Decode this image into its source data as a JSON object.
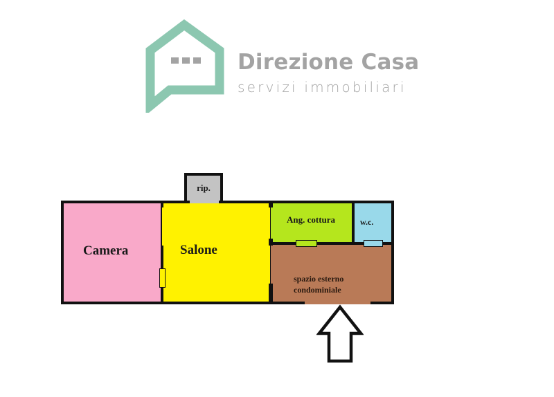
{
  "logo": {
    "title": "Direzione Casa",
    "subtitle": "servizi immobiliari",
    "icon": "house-speech-bubble-icon",
    "accent_color": "#8cc7b0",
    "text_color": "#a3a3a3"
  },
  "floorplan": {
    "rooms": [
      {
        "id": "camera",
        "label": "Camera",
        "color": "#f9a9c9"
      },
      {
        "id": "salone",
        "label": "Salone",
        "color": "#fff200"
      },
      {
        "id": "ripostiglio",
        "label": "rip.",
        "color": "#c3c3c3"
      },
      {
        "id": "angolo-cottura",
        "label": "Ang. cottura",
        "color": "#b5e61d"
      },
      {
        "id": "wc",
        "label": "w.c.",
        "color": "#99d9ea"
      },
      {
        "id": "spazio-esterno",
        "label_line1": "spazio esterno",
        "label_line2": "condominiale",
        "color": "#b97a57"
      }
    ],
    "entrance_arrow": "arrow-up-icon"
  }
}
